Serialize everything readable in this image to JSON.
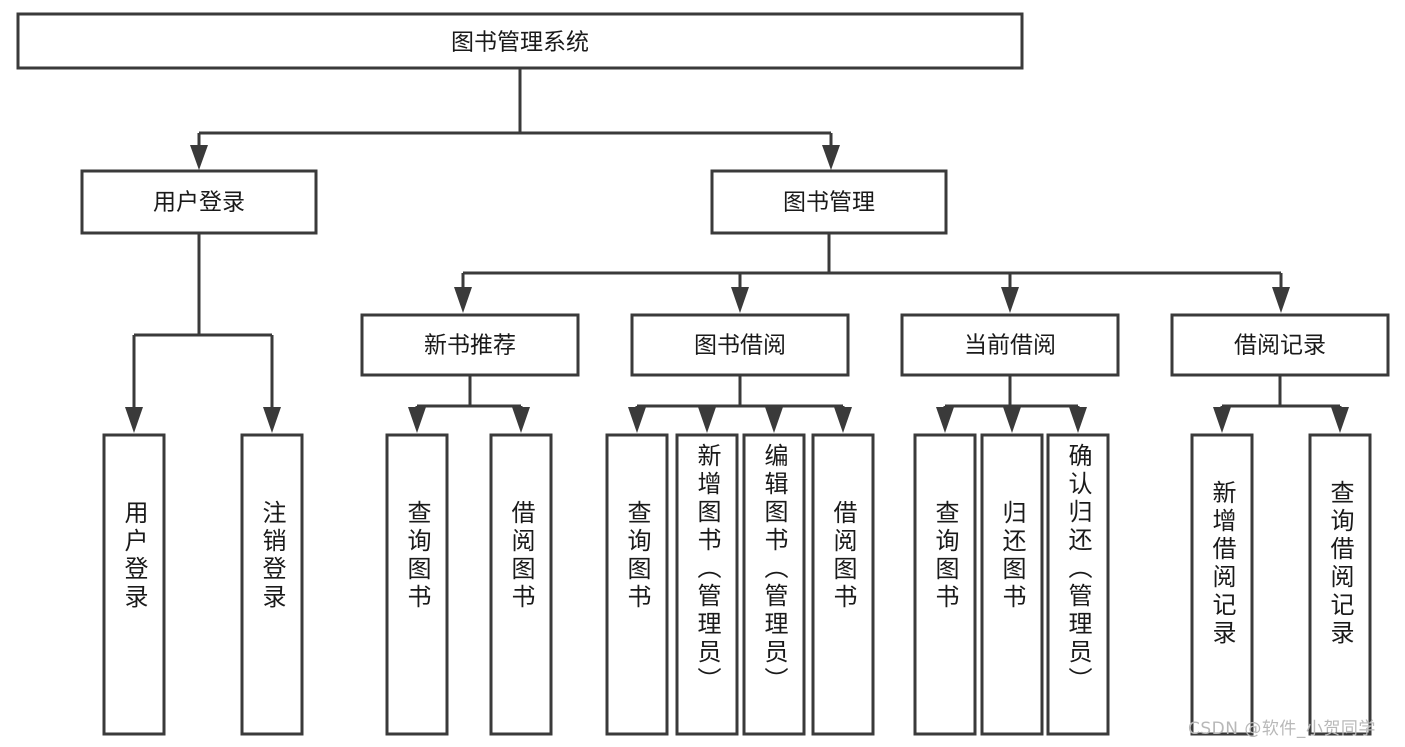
{
  "diagram": {
    "title": "图书管理系统",
    "type": "tree-hierarchy",
    "root": {
      "label": "图书管理系统"
    },
    "level2": [
      {
        "label": "用户登录"
      },
      {
        "label": "图书管理"
      }
    ],
    "level3": [
      {
        "label": "新书推荐"
      },
      {
        "label": "图书借阅"
      },
      {
        "label": "当前借阅"
      },
      {
        "label": "借阅记录"
      }
    ],
    "leaves": {
      "user_login": [
        {
          "label": "用户登录"
        },
        {
          "label": "注销登录"
        }
      ],
      "new_book_recommend": [
        {
          "label": "查询图书"
        },
        {
          "label": "借阅图书"
        }
      ],
      "book_borrow": [
        {
          "label": "查询图书"
        },
        {
          "label": "新增图书（管理员）"
        },
        {
          "label": "编辑图书（管理员）"
        },
        {
          "label": "借阅图书"
        }
      ],
      "current_borrow": [
        {
          "label": "查询图书"
        },
        {
          "label": "归还图书"
        },
        {
          "label": "确认归还（管理员）"
        }
      ],
      "borrow_record": [
        {
          "label": "新增借阅记录"
        },
        {
          "label": "查询借阅记录"
        }
      ]
    }
  },
  "watermark": {
    "text": "CSDN @软件_小贺同学"
  },
  "colors": {
    "stroke": "#3a3a3a",
    "fill": "#ffffff",
    "text": "#1a1a1a",
    "watermark": "#b8b8b8"
  }
}
